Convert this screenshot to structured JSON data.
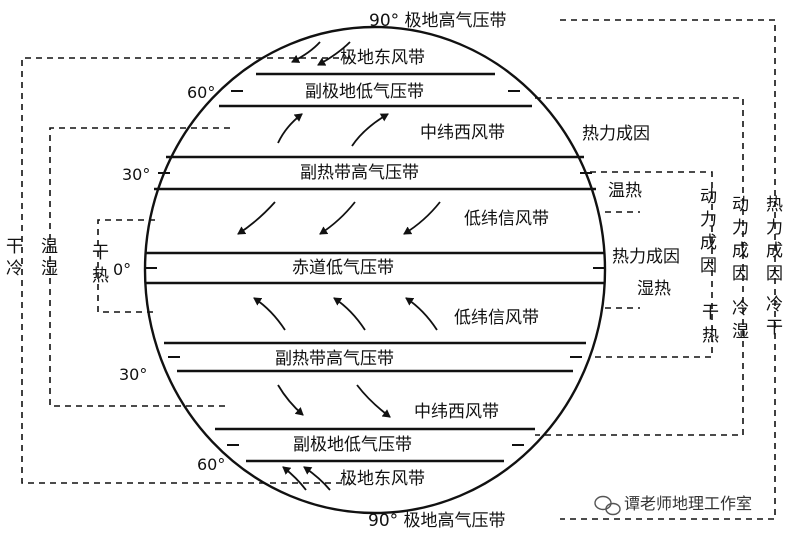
{
  "bands": {
    "polar_high_top": "90° 极地高气压带",
    "polar_easterlies_north": "极地东风带",
    "subpolar_low_north": "副极地低气压带",
    "westerlies_north": "中纬西风带",
    "subtropical_high_north": "副热带高气压带",
    "trades_north": "低纬信风带",
    "equatorial_low": "赤道低气压带",
    "trades_south": "低纬信风带",
    "subtropical_high_south": "副热带高气压带",
    "westerlies_south": "中纬西风带",
    "subpolar_low_south": "副极地低气压带",
    "polar_easterlies_south": "极地东风带",
    "polar_high_bottom": "90° 极地高气压带"
  },
  "latitudes": {
    "n60": "60°",
    "n30": "30°",
    "eq": "0°",
    "s30": "30°",
    "s60": "60°"
  },
  "right_labels": {
    "thermal_cause_subpolar": "热力成因",
    "warm_hot": "温热",
    "thermal_cause_equator": "热力成因",
    "wet_hot": "湿热",
    "dynamic_cause_outer_1": "动",
    "dynamic_cause_outer_2": "力",
    "dynamic_cause_outer_3": "成",
    "dynamic_cause_outer_4": "因",
    "cold_wet_1": "冷",
    "cold_wet_2": "湿",
    "dynamic_cause_inner_1": "动",
    "dynamic_cause_inner_2": "力",
    "dynamic_cause_inner_3": "成",
    "dynamic_cause_inner_4": "因",
    "dry_hot_1": "干",
    "dry_hot_2": "热",
    "thermal_cause_polar_1": "热",
    "thermal_cause_polar_2": "力",
    "thermal_cause_polar_3": "成",
    "thermal_cause_polar_4": "因",
    "cold_dry_1": "冷",
    "cold_dry_2": "干"
  },
  "left_labels": {
    "dry_cold_1": "干",
    "dry_cold_2": "冷",
    "warm_wet_1": "温",
    "warm_wet_2": "湿",
    "dry_hot_1": "干",
    "dry_hot_2": "热"
  },
  "watermark": "谭老师地理工作室"
}
